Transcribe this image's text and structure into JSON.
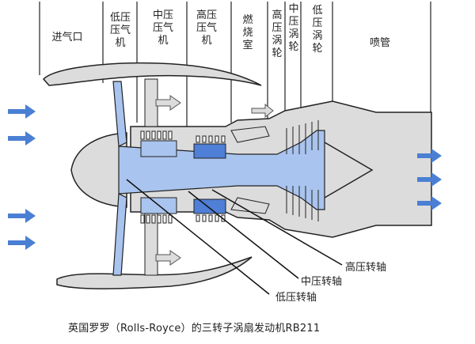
{
  "diagram": {
    "section_labels": [
      {
        "id": "inlet",
        "text": "进气口"
      },
      {
        "id": "lp-compressor",
        "text": "低压\n压气\n机"
      },
      {
        "id": "ip-compressor",
        "text": "中压\n压气\n机"
      },
      {
        "id": "hp-compressor",
        "text": "高压\n压气\n机"
      },
      {
        "id": "combustor",
        "text": "燃\n烧\n室"
      },
      {
        "id": "hp-turbine",
        "text": "高\n压\n涡\n轮"
      },
      {
        "id": "ip-turbine",
        "text": "中\n压\n涡\n轮"
      },
      {
        "id": "lp-turbine",
        "text": "低\n压\n涡\n轮"
      },
      {
        "id": "nozzle",
        "text": "喷管"
      }
    ],
    "shaft_labels": {
      "hp": "高压转轴",
      "ip": "中压转轴",
      "lp": "低压转轴"
    },
    "caption": "英国罗罗（Rolls-Royce）的三转子涡扇发动机RB211",
    "colors": {
      "casing_gray": "#dcdcdc",
      "flow_blue": "#a9c4ee",
      "dark_blue": "#4f7fd6",
      "arrow_blue": "#4a7fd4",
      "line": "#1a1a1a"
    }
  }
}
